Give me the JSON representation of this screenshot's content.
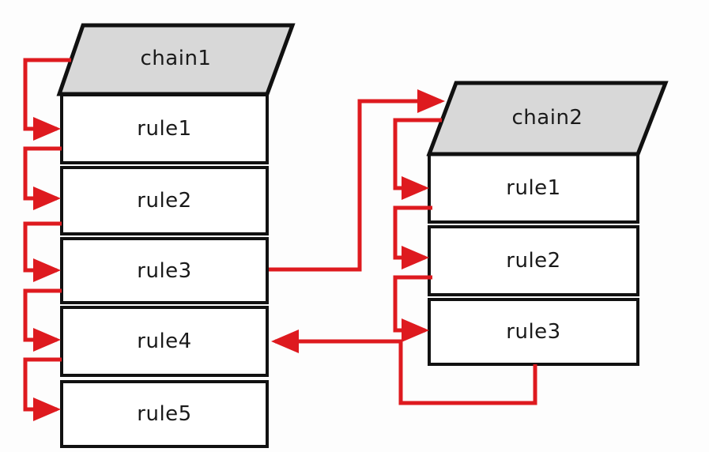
{
  "colors": {
    "arrow": "#de1a1f",
    "border": "#111111",
    "headerFill": "#d8d8d8",
    "text": "#1a1a1a",
    "bg": "#fdfdfd"
  },
  "chains": [
    {
      "label": "chain1",
      "rules": [
        {
          "label": "rule1"
        },
        {
          "label": "rule2"
        },
        {
          "label": "rule3"
        },
        {
          "label": "rule4"
        },
        {
          "label": "rule5"
        }
      ]
    },
    {
      "label": "chain2",
      "rules": [
        {
          "label": "rule1"
        },
        {
          "label": "rule2"
        },
        {
          "label": "rule3"
        }
      ]
    }
  ],
  "connectors": [
    {
      "from": "chain1-header",
      "to": "chain1-rule1",
      "style": "red-elbow-arrow"
    },
    {
      "from": "chain1-rule1",
      "to": "chain1-rule2",
      "style": "red-elbow-arrow"
    },
    {
      "from": "chain1-rule2",
      "to": "chain1-rule3",
      "style": "red-elbow-arrow"
    },
    {
      "from": "chain1-rule3",
      "to": "chain1-rule4",
      "style": "red-elbow-arrow"
    },
    {
      "from": "chain1-rule4",
      "to": "chain1-rule5",
      "style": "red-elbow-arrow"
    },
    {
      "from": "chain1-rule3",
      "to": "chain2-header",
      "style": "red-elbow-arrow"
    },
    {
      "from": "chain2-header",
      "to": "chain2-rule1",
      "style": "red-elbow-arrow"
    },
    {
      "from": "chain2-rule1",
      "to": "chain2-rule2",
      "style": "red-elbow-arrow"
    },
    {
      "from": "chain2-rule2",
      "to": "chain2-rule3",
      "style": "red-elbow-arrow"
    },
    {
      "from": "chain2-rule3",
      "to": "chain1-rule4",
      "style": "red-elbow-arrow"
    }
  ]
}
